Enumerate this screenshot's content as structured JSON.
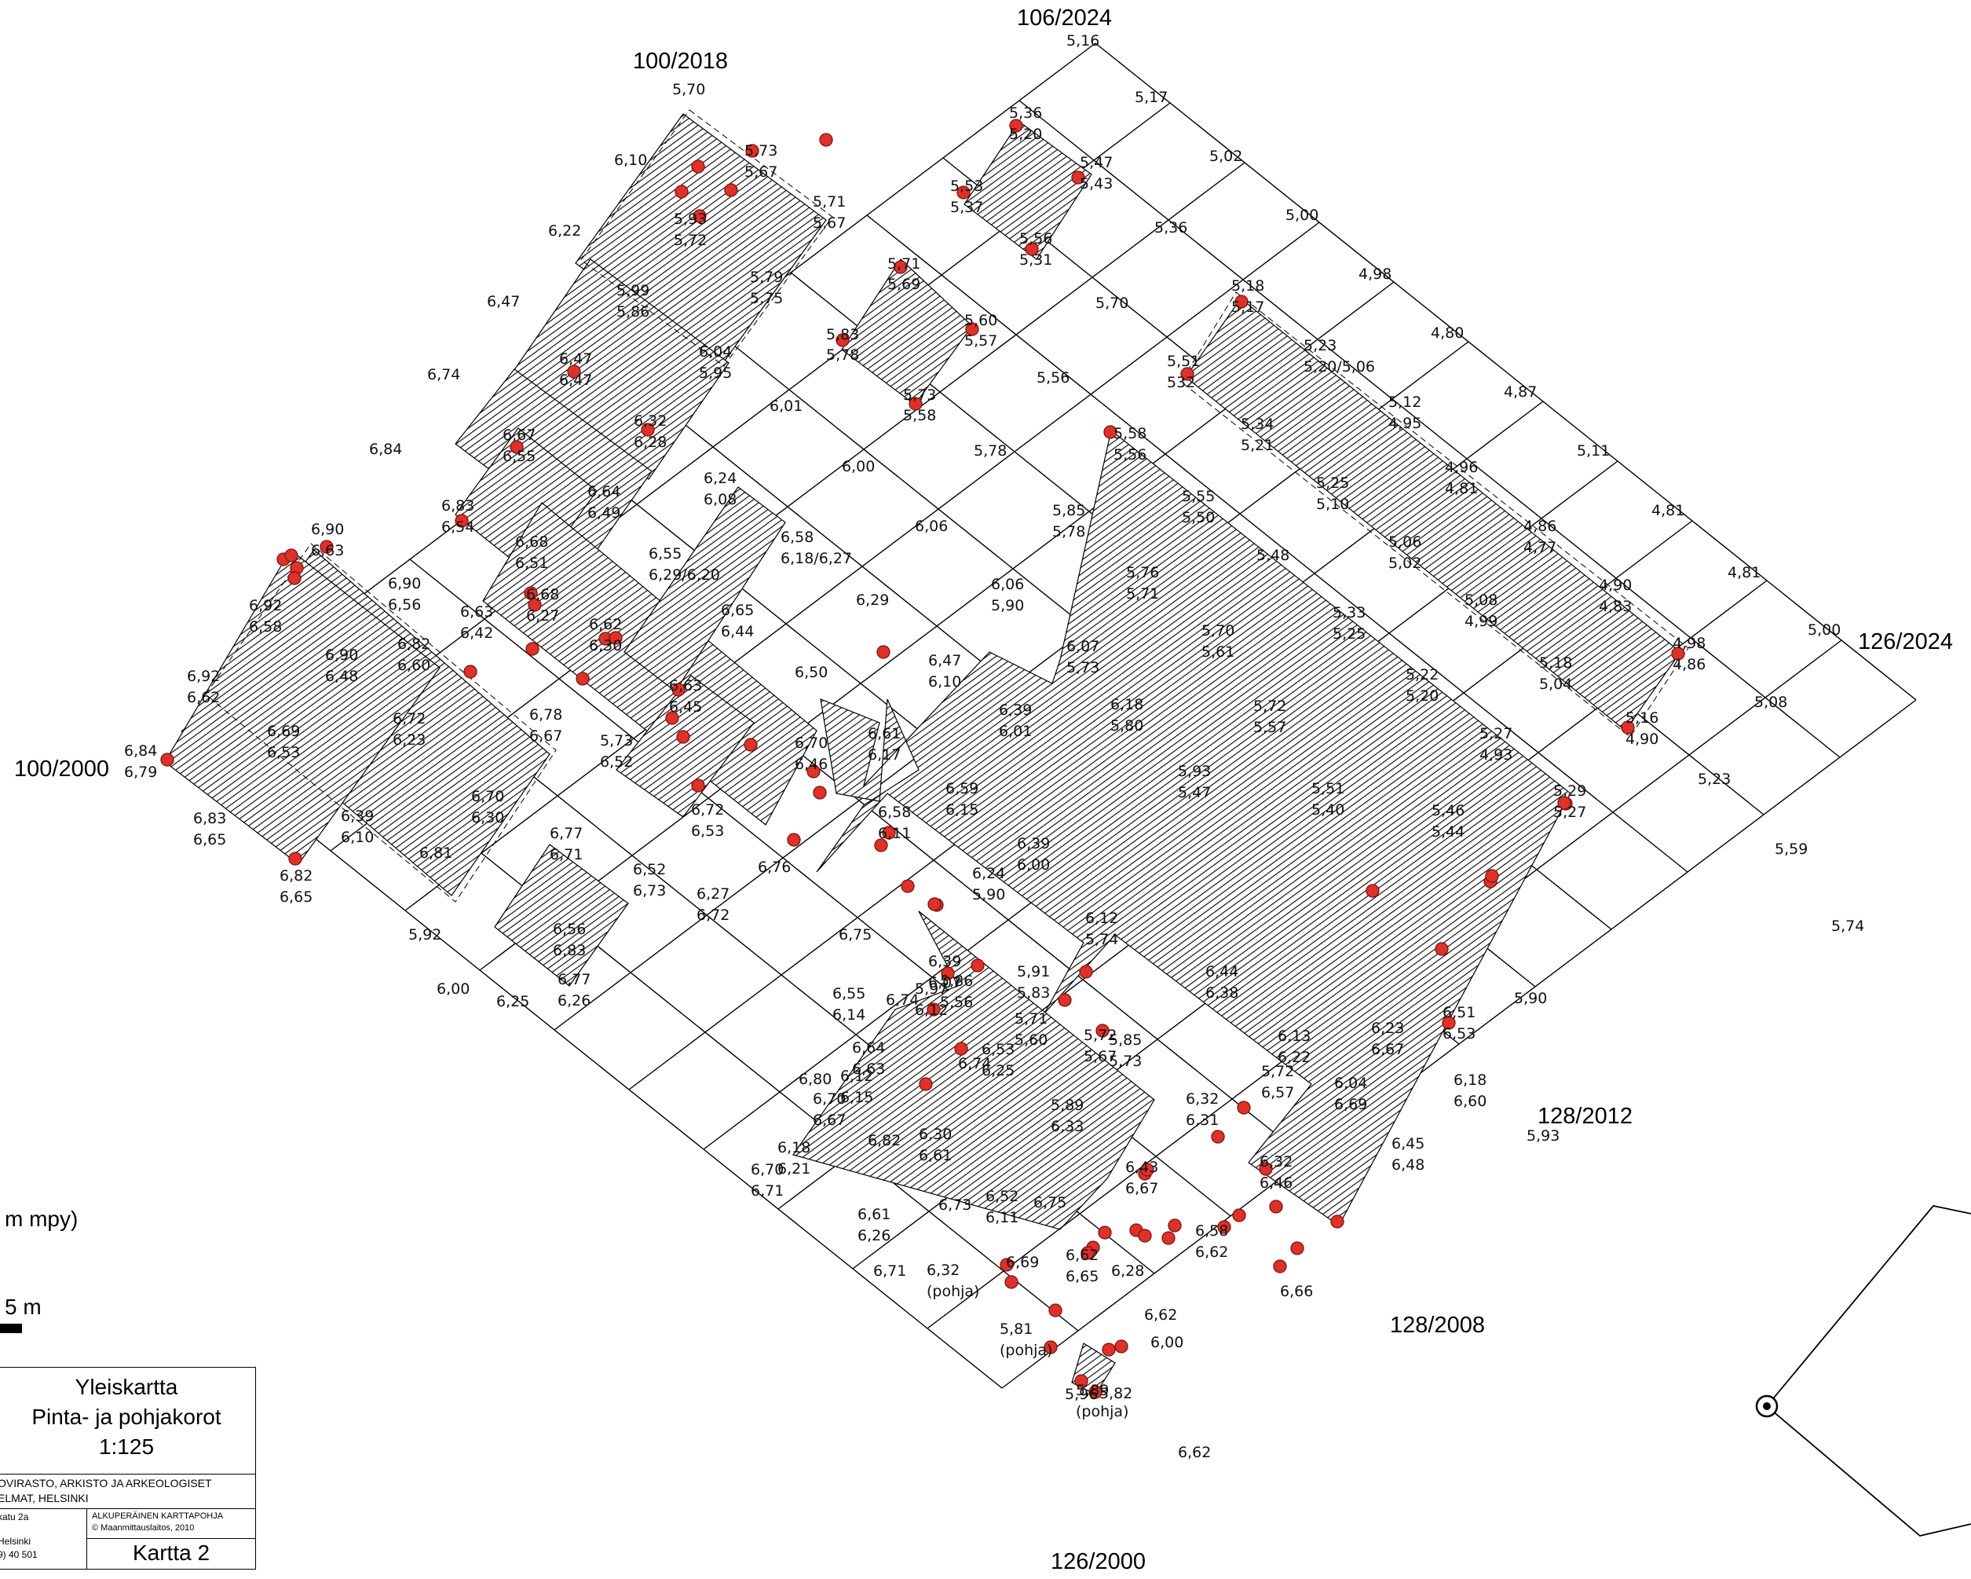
{
  "coordinates": {
    "c106_2024": "106/2024",
    "c100_2018": "100/2018",
    "c126_2024": "126/2024",
    "c100_2000": "100/2000",
    "c128_2012": "128/2012",
    "c128_2008": "128/2008",
    "c126_2000": "126/2000"
  },
  "legend": {
    "unit_note": "m mpy)",
    "scale_label": "5 m"
  },
  "title_block": {
    "title": "Yleiskartta",
    "subtitle": "Pinta- ja pohjakorot",
    "scale": "1:125",
    "org_line1": "OVIRASTO, ARKISTO JA ARKEOLOGISET",
    "org_line2": "ELMAT, HELSINKI",
    "address": "katu 2a",
    "city": "Helsinki",
    "phone": "9) 40 501",
    "base_map_line1": "ALKUPERÄINEN KARTTAPOHJA",
    "base_map_line2": "© Maanmittauslaitos, 2010",
    "map_number": "Kartta 2"
  },
  "elevations": [
    "5,16",
    "5,17",
    "5,02",
    "5,00",
    "4,98",
    "4,80",
    "4,87",
    "5,11",
    "4,81",
    "4,81",
    "5,00",
    "5,08",
    "5,70",
    "6,10",
    "6,22",
    "6,47",
    "6,74",
    "6,84",
    "6,90",
    "6,63",
    "6,92",
    "6,58",
    "6,92",
    "6,62",
    "6,84",
    "6,79",
    "6,83",
    "6,65",
    "6,82",
    "6,65",
    "5,73",
    "5,67",
    "5,71",
    "5,67",
    "5,93",
    "5,72",
    "5,79",
    "5,75",
    "5,99",
    "5,86",
    "6,04",
    "5,95",
    "6,47",
    "6,47",
    "6,32",
    "6,28",
    "5,36",
    "5,20",
    "5,47",
    "5,43",
    "5,53",
    "5,37",
    "5,56",
    "5,31",
    "5,36",
    "5,70",
    "5,56",
    "5,78",
    "6,06",
    "6,29",
    "6,50",
    "5,71",
    "5,69",
    "5,60",
    "5,57",
    "5,83",
    "5,78",
    "5,73",
    "5,58",
    "6,01",
    "6,00",
    "5,18",
    "5,17",
    "5,23",
    "5,20/5,06",
    "5,51",
    "532",
    "5,12",
    "4,95",
    "5,34",
    "5,21",
    "4,96",
    "4,81",
    "5,25",
    "5,10",
    "4,86",
    "4,77",
    "5,06",
    "5,02",
    "4,90",
    "4,83",
    "5,08",
    "4,99",
    "4,98",
    "4,86",
    "5,18",
    "5,04",
    "5,16",
    "4,90",
    "5,23",
    "5,59",
    "5,74",
    "5,90",
    "5,58",
    "5,56",
    "5,55",
    "5,50",
    "5,85",
    "5,78",
    "5,48",
    "5,76",
    "5,71",
    "6,06",
    "5,90",
    "6,07",
    "5,73",
    "5,70",
    "5,61",
    "5,33",
    "5,25",
    "5,22",
    "5,20",
    "5,72",
    "5,57",
    "6,18",
    "5,80",
    "5,27",
    "4,93",
    "5,51",
    "5,40",
    "5,93",
    "5,47",
    "5,29",
    "5,27",
    "5,46",
    "5,44",
    "6,67",
    "6,55",
    "6,83",
    "6,54",
    "6,64",
    "6,49",
    "6,68",
    "6,51",
    "6,68",
    "6,27",
    "6,90",
    "6,56",
    "6,63",
    "6,42",
    "6,62",
    "6,30",
    "6,90",
    "6,48",
    "6,82",
    "6,60",
    "6,69",
    "6,53",
    "6,72",
    "6,23",
    "6,78",
    "6,67",
    "6,70",
    "6,30",
    "6,39",
    "6,10",
    "6,24",
    "6,08",
    "6,58",
    "6,18/6,27",
    "6,55",
    "6,29/6,20",
    "6,65",
    "6,44",
    "6,63",
    "6,45",
    "5,73",
    "6,52",
    "6,70",
    "6,46",
    "6,72",
    "6,53",
    "6,77",
    "6,71",
    "6,52",
    "6,73",
    "6,27",
    "6,72",
    "6,56",
    "6,83",
    "6,81",
    "6,77",
    "6,26",
    "5,92",
    "6,25",
    "6,00",
    "6,47",
    "6,10",
    "6,39",
    "6,01",
    "6,61",
    "6,17",
    "6,59",
    "6,15",
    "6,39",
    "6,00",
    "6,58",
    "6,11",
    "6,24",
    "5,90",
    "6,12",
    "5,74",
    "6,39",
    "6,07",
    "6,55",
    "6,14",
    "5,91",
    "5,83",
    "5,72",
    "5,67",
    "5,71",
    "5,60",
    "5,86",
    "5,56",
    "6,64",
    "6,63",
    "6,70",
    "6,67",
    "6,70",
    "6,71",
    "6,76",
    "6,75",
    "6,74",
    "6,74",
    "6,80",
    "6,82",
    "6,73",
    "6,69",
    "6,75",
    "6,28",
    "6,00",
    "5,96",
    "5,82",
    "6,62",
    "6,44",
    "6,38",
    "6,13",
    "6,22",
    "5,97",
    "6,12",
    "5,85",
    "5,73",
    "5,72",
    "6,57",
    "6,23",
    "6,67",
    "6,51",
    "6,53",
    "6,53",
    "6,25",
    "6,12",
    "6,15",
    "5,89",
    "6,33",
    "6,32",
    "6,31",
    "6,04",
    "6,69",
    "6,18",
    "6,60",
    "6,45",
    "6,48",
    "6,18",
    "6,21",
    "6,30",
    "6,61",
    "6,43",
    "6,67",
    "6,32",
    "6,46",
    "6,52",
    "6,11",
    "6,61",
    "6,26",
    "6,58",
    "6,62",
    "6,71",
    "6,62",
    "6,65",
    "6,62",
    "6,66",
    "6,32",
    "(pohja)",
    "5,81",
    "(pohja)",
    "5,89",
    "(pohja)",
    "5,93"
  ]
}
